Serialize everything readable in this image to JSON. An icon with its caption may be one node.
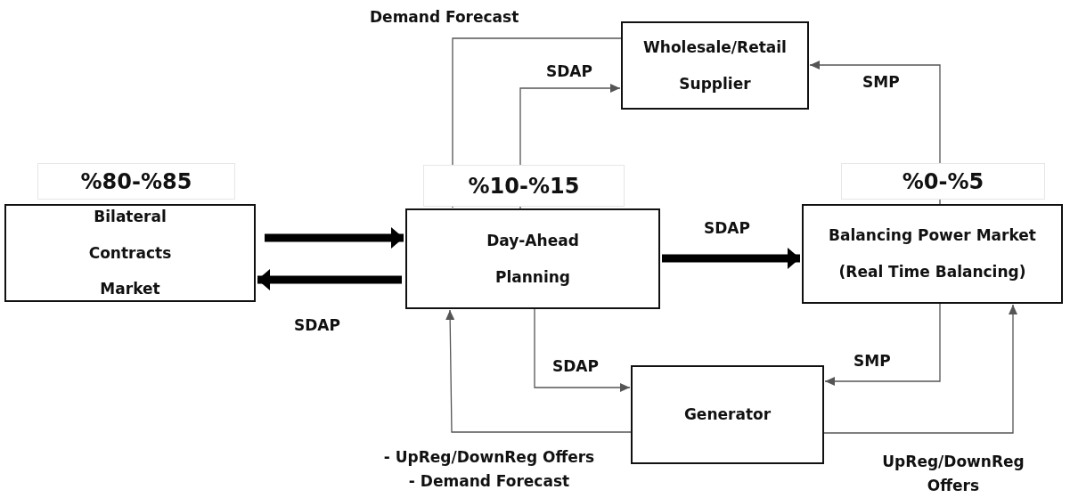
{
  "diagram": {
    "nodes": [
      {
        "text": [
          "Bilateral Contracts Market"
        ],
        "beside": [
          "%80-%85"
        ]
      },
      {
        "text": [
          "Day-Ahead Planning"
        ],
        "beside": [
          "%10-%15"
        ]
      },
      {
        "text": [
          "Balancing Power Market (Real Time Balancing)"
        ],
        "beside": [
          "%0-%5"
        ]
      },
      {
        "text": [
          "Wholesale/Retail Supplier"
        ]
      },
      {
        "text": [
          "Generator"
        ]
      }
    ],
    "edges": [
      {
        "from": 0,
        "to": 1,
        "arrow": "to",
        "style": "thick"
      },
      {
        "from": 1,
        "to": 0,
        "arrow": "to",
        "style": "thick",
        "label": "SDAP"
      },
      {
        "from": 1,
        "to": 2,
        "arrow": "to",
        "style": "thick",
        "label": "SDAP"
      },
      {
        "from": 3,
        "to": 1,
        "arrow": "to",
        "label": "Demand Forecast"
      },
      {
        "from": 1,
        "to": 3,
        "arrow": "to",
        "label": "SDAP"
      },
      {
        "from": 2,
        "to": 3,
        "arrow": "to",
        "label": "SMP"
      },
      {
        "from": 2,
        "to": 4,
        "arrow": "to",
        "label": "SMP"
      },
      {
        "from": 1,
        "to": 4,
        "arrow": "to",
        "label": "SDAP"
      },
      {
        "from": 4,
        "to": 1,
        "arrow": "to",
        "label": "- UpReg/DownReg Offers - Demand Forecast"
      },
      {
        "from": 4,
        "to": 2,
        "arrow": "to",
        "label": "UpReg/DownReg Offers"
      }
    ]
  }
}
